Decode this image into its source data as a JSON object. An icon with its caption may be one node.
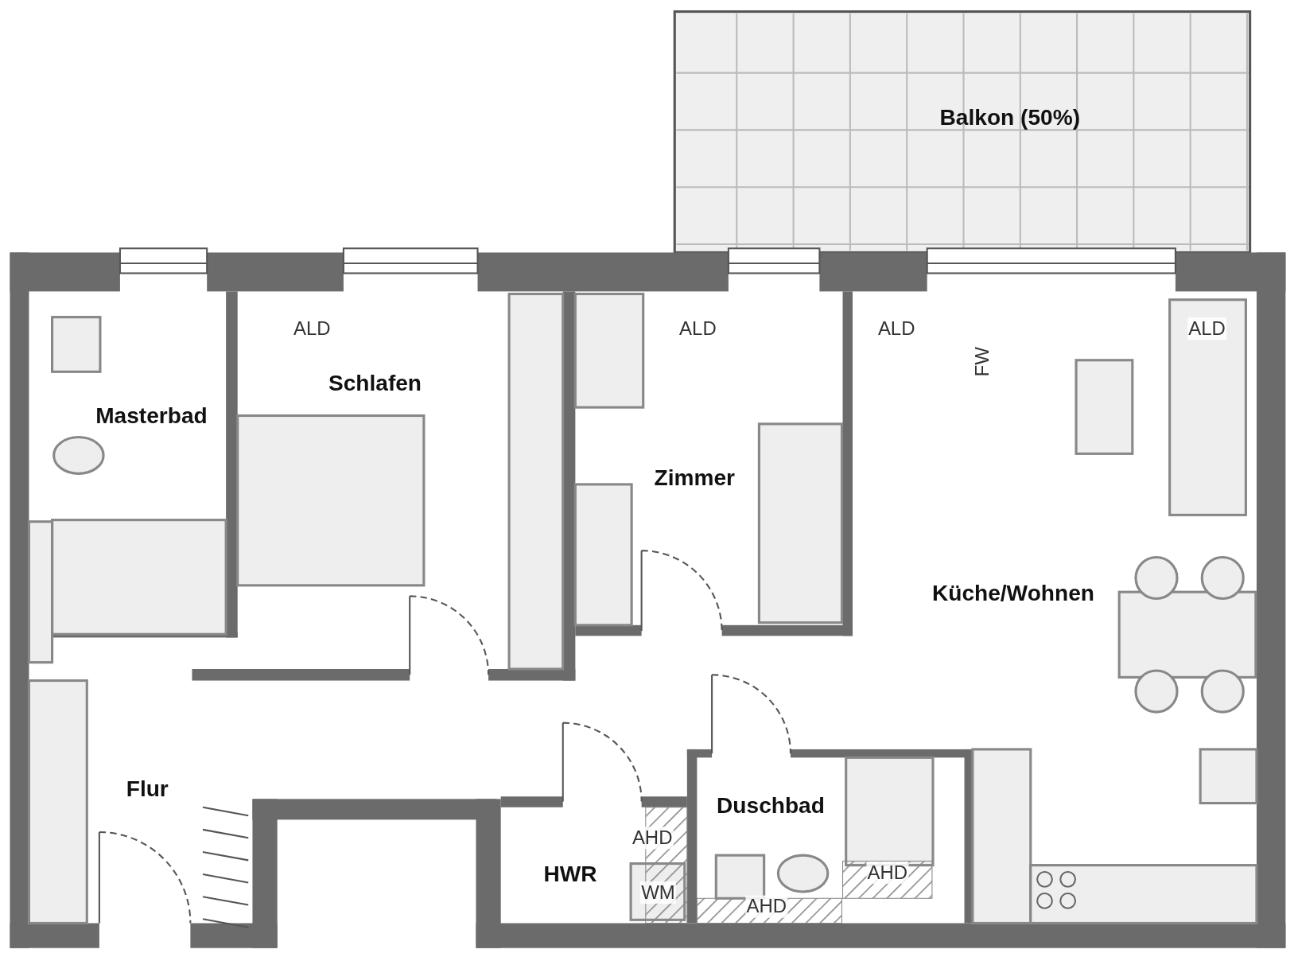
{
  "diagram": {
    "nodes": [
      {
        "text": [
          "Balkon (50%)"
        ]
      },
      {
        "text": [
          "Schlafen"
        ]
      },
      {
        "text": [
          "Masterbad"
        ]
      },
      {
        "text": [
          "Zimmer"
        ]
      },
      {
        "text": [
          "Küche/Wohnen"
        ]
      },
      {
        "text": [
          "Flur"
        ]
      },
      {
        "text": [
          "Duschbad"
        ]
      },
      {
        "text": [
          "HWR"
        ]
      }
    ],
    "labels": [
      "ALD",
      "ALD",
      "ALD",
      "ALD",
      "FW",
      "AHD",
      "AHD",
      "WM",
      "AHD"
    ]
  }
}
